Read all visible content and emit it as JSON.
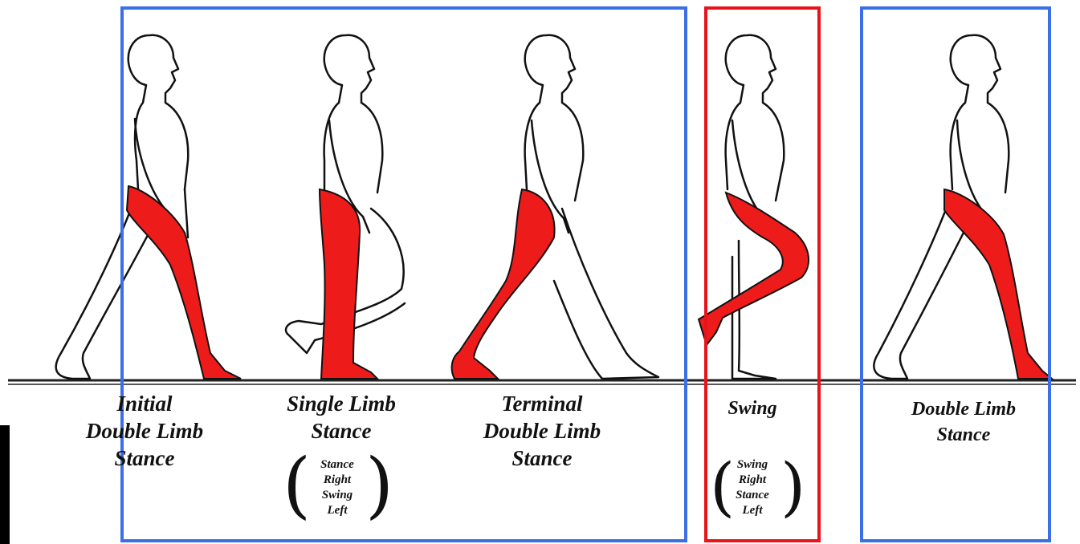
{
  "colors": {
    "stance_box": "#3b6fe6",
    "swing_box": "#e8141c",
    "muscle": "#ee1b1b",
    "outline": "#111111",
    "ground": "#222222"
  },
  "phases": [
    {
      "id": "initial",
      "lines": [
        "Initial",
        "Double Limb",
        "Stance"
      ]
    },
    {
      "id": "single",
      "lines": [
        "Single Limb",
        "Stance"
      ],
      "sub": [
        "Stance",
        "Right",
        "Swing",
        "Left"
      ]
    },
    {
      "id": "terminal",
      "lines": [
        "Terminal",
        "Double Limb",
        "Stance"
      ]
    },
    {
      "id": "swing",
      "lines": [
        "Swing"
      ],
      "sub": [
        "Swing",
        "Right",
        "Stance",
        "Left"
      ]
    },
    {
      "id": "double",
      "lines": [
        "Double Limb",
        "Stance"
      ]
    }
  ],
  "boxes": [
    {
      "id": "stance-group",
      "color_key": "stance_box"
    },
    {
      "id": "swing-group",
      "color_key": "swing_box"
    },
    {
      "id": "double-group",
      "color_key": "stance_box"
    }
  ]
}
